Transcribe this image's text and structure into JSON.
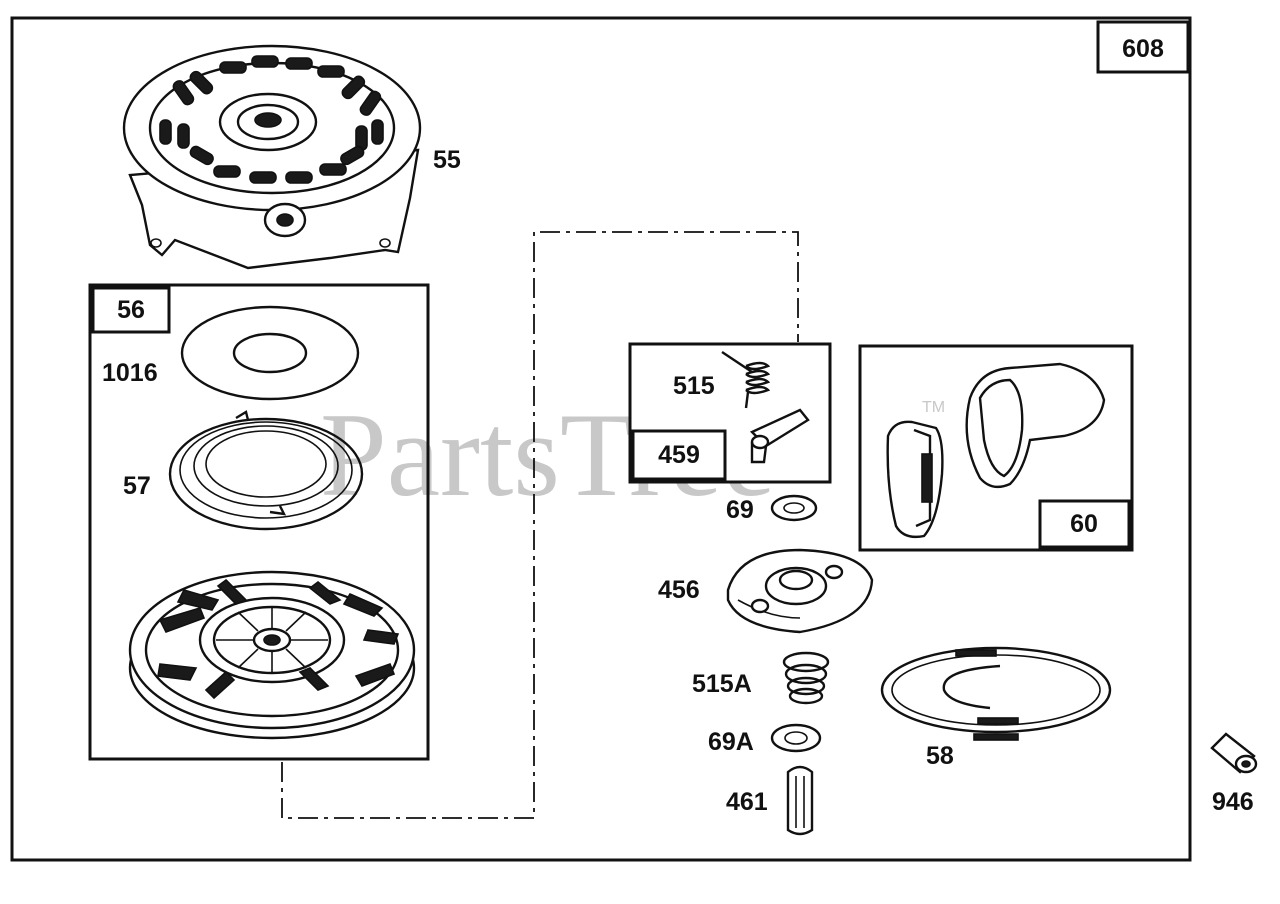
{
  "diagram": {
    "frame_label": "608",
    "watermark": "PartsTree",
    "trademark": "TM",
    "parts": {
      "p55": "55",
      "p56": "56",
      "p1016": "1016",
      "p57": "57",
      "p515": "515",
      "p459": "459",
      "p69": "69",
      "p60": "60",
      "p456": "456",
      "p515a": "515A",
      "p69a": "69A",
      "p58": "58",
      "p461": "461",
      "p946": "946"
    },
    "colors": {
      "line": "#111111",
      "watermark": "#c8c8c8",
      "background": "#ffffff"
    }
  }
}
